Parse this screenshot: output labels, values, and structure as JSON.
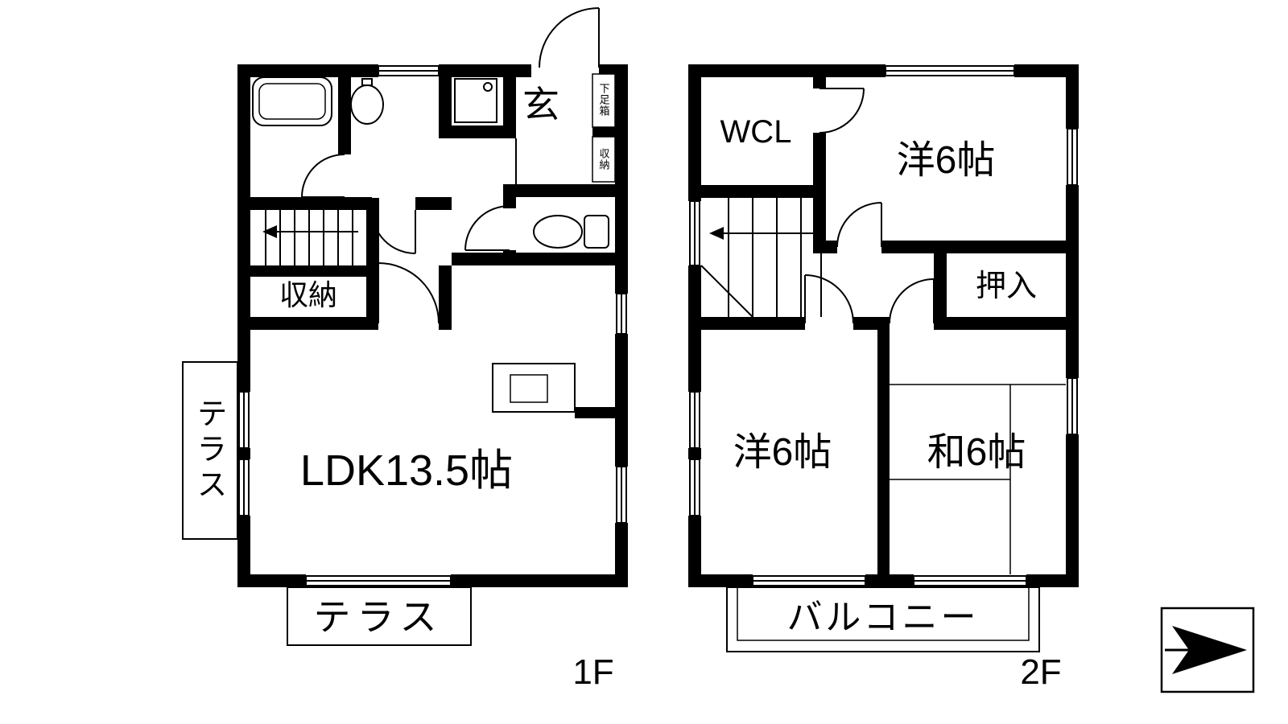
{
  "floor1": {
    "floor_label": "1F",
    "labels": {
      "genkan": "玄",
      "shoe_box": "下足箱",
      "entry_storage": "収納",
      "storage": "収納",
      "ldk": "LDK13.5帖",
      "terrace_side": "テラス",
      "terrace_front": "テラス"
    }
  },
  "floor2": {
    "floor_label": "2F",
    "labels": {
      "wcl": "WCL",
      "bedroom_top": "洋6帖",
      "oshiire": "押入",
      "bedroom_bottom": "洋6帖",
      "tatami_room": "和6帖",
      "balcony": "バルコニー"
    }
  },
  "colors": {
    "wall": "#000000",
    "line": "#000000",
    "background": "#ffffff"
  }
}
